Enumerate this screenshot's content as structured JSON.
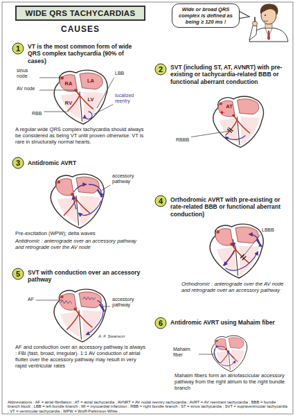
{
  "diagram": {
    "title": "WIDE QRS TACHYCARDIAS",
    "nodes": [
      {
        "text": [
          "Wide or broad QRS complex is defined as being ≥ 120 ms !"
        ]
      },
      {
        "text": [
          "1"
        ]
      },
      {
        "text": [
          "2"
        ]
      },
      {
        "text": [
          "3"
        ]
      },
      {
        "text": [
          "4"
        ]
      },
      {
        "text": [
          "5"
        ]
      },
      {
        "text": [
          "6"
        ]
      }
    ],
    "labels": [
      "CAUSES",
      "VT is the most common form of wide QRS complex tachycardia (90% of cases)",
      "sinus node",
      "AV node",
      "RA",
      "LA",
      "LBB",
      "LV",
      "RV",
      "RBB",
      "localized reentry",
      "A regular wide QRS complex tachycardia should always be considered as being VT until proven otherwise. VT is rare in structurally normal hearts.",
      "SVT (including ST, AT, AVNRT) with pre-existing or tachycardia-related BBB or functional aberrant conduction",
      "AT",
      "RBBB",
      "Antidromic AVRT",
      "accessory pathway",
      "Pre-excitation (WPW); delta waves",
      "Antidromic : anterograde over an accessory pathway and retrograde over the AV node",
      "Orthodromic AVRT with pre-existing or rate-related BBB or functional aberrant conduction)",
      "LBBB",
      "Orthodromic : anterograde over the AV node and retrograde over an accessory pathway",
      "SVT with conduction over an accessory pathway",
      "AF",
      "accessory pathway",
      "A. F. Swanson",
      "AF and conduction over an accessory pathway is always : FBi (fast, broad, irregular). 1:1 AV conduction of atrial flutter over the accessory pathway may result in very rapid ventricular rates",
      "Antidromic AVRT using Mahaim fiber",
      "Mahaim fiber",
      "Mahaim fibers form an atriofascicular accessory pathway from the right atrium to the right bundle branch",
      "Abbreviations : AF = atrial fibrillation ; AT = atrial tachycardia ; AVNRT = AV nodal reentry tachycardia ; AVRT = AV reentrant tachycardia ; BBB = bundle branch block ; LBB = left bundle branch ; MI = myocardial infarction ; RBB = right bundle branch ; ST = sinus tachycardia ; SVT = supraventricular tachycardia ; VT = ventricular tachycardia ; WPW = Wolff-Parkinson-White ."
    ]
  }
}
